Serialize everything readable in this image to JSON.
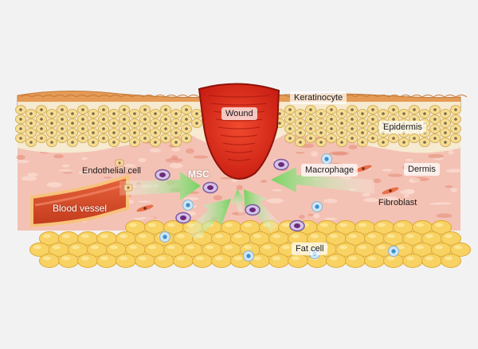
{
  "labels": {
    "wound": "Wound",
    "keratinocyte": "Keratinocyte",
    "epidermis": "Epidermis",
    "dermis": "Dermis",
    "endothelial_cell": "Endothelial cell",
    "msc": "MSC",
    "macrophage": "Macrophage",
    "fibroblast": "Fibroblast",
    "blood_vessel": "Blood vessel",
    "fat_cell": "Fat cell"
  },
  "colors": {
    "background": "#f2f2f2",
    "wound": "#e0301e",
    "epidermis_cells": "#f3e1a2",
    "dermis": "#f2b6a6",
    "fat": "#f7cf57",
    "blood_vessel": "#d84a28",
    "arrow": "#8fe07a"
  }
}
